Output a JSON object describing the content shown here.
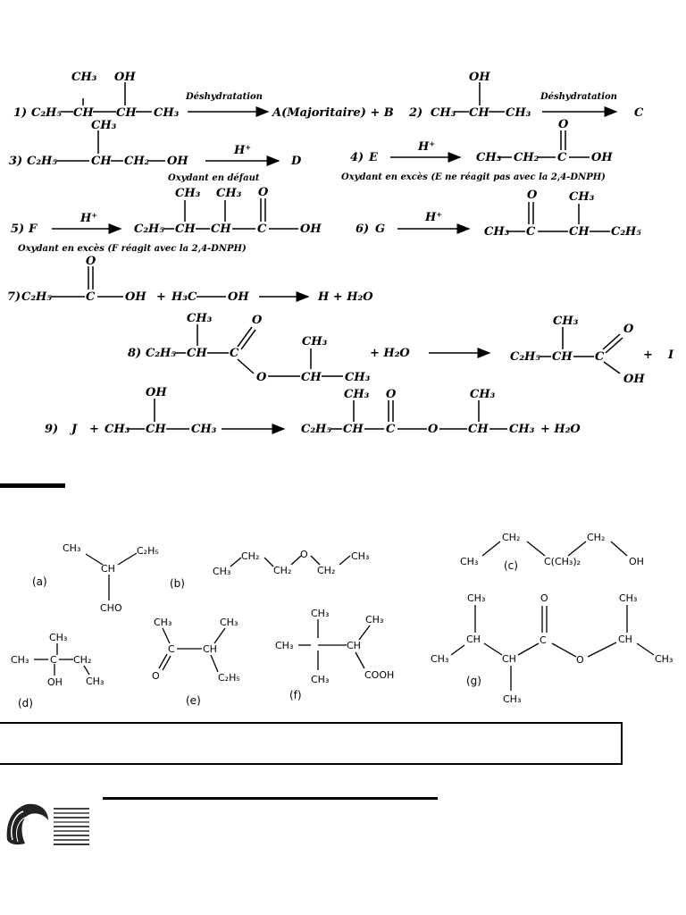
{
  "reactions": {
    "r1": {
      "num": "1)",
      "left": "C₂H₅",
      "branch1": "CH₃",
      "branch2": "OH",
      "ch1": "CH",
      "ch2": "CH",
      "end": "CH₃",
      "label": "Déshydratation",
      "product": "A(Majoritaire) + B"
    },
    "r2": {
      "num": "2)",
      "oh": "OH",
      "left": "CH₃",
      "ch": "CH",
      "end": "CH₃",
      "label": "Déshydratation",
      "product": "C"
    },
    "r3": {
      "num": "3)",
      "left": "C₂H₅",
      "branch": "CH₃",
      "ch": "CH",
      "ch2": "CH₂",
      "oh": "OH",
      "above": "H⁺",
      "below": "Oxydant en défaut",
      "product": "D"
    },
    "r4": {
      "num": "4)",
      "reactant": "E",
      "above": "H⁺",
      "below": "Oxydant en excès (E ne réagit pas avec la 2,4-DNPH)",
      "p1": "CH₃",
      "p2": "CH₂",
      "c": "C",
      "o": "O",
      "oh": "OH"
    },
    "r5": {
      "num": "5)",
      "reactant": "F",
      "above": "H⁺",
      "below": "Oxydant en excès (F réagit avec la 2,4-DNPH)",
      "p1": "C₂H₅",
      "ch1": "CH",
      "ch2": "CH",
      "c": "C",
      "o": "O",
      "oh": "OH",
      "b1": "CH₃",
      "b2": "CH₃"
    },
    "r6": {
      "num": "6)",
      "reactant": "G",
      "above": "H⁺",
      "p1": "CH₃",
      "c": "C",
      "o": "O",
      "ch": "CH",
      "b": "CH₃",
      "end": "C₂H₅"
    },
    "r7": {
      "num": "7)",
      "left": "C₂H₅",
      "c": "C",
      "o": "O",
      "oh": "OH",
      "plus": "+",
      "r2a": "H₃C",
      "r2b": "OH",
      "product": "H + H₂O"
    },
    "r8": {
      "num": "8)",
      "left": "C₂H₅",
      "ch": "CH",
      "b": "CH₃",
      "c": "C",
      "o": "O",
      "o2": "O",
      "ch2": "CH",
      "b2": "CH₃",
      "end": "CH₃",
      "plus": "+ H₂O",
      "p1": "C₂H₅",
      "pch": "CH",
      "pb": "CH₃",
      "pc": "C",
      "po": "O",
      "poh": "OH",
      "plus2": "+",
      "product": "I"
    },
    "r9": {
      "num": "9)",
      "reactant": "J",
      "plus": "+",
      "oh": "OH",
      "a": "CH₃",
      "ch": "CH",
      "b": "CH₃",
      "p1": "C₂H₅",
      "pch": "CH",
      "pb": "CH₃",
      "pc": "C",
      "po": "O",
      "po2": "O",
      "pch2": "CH",
      "pb2": "CH₃",
      "pend": "CH₃",
      "plus2": "+ H₂O"
    }
  },
  "structures": {
    "a": {
      "tag": "(a)",
      "t1": "CH₃",
      "t2": "C₂H₅",
      "t3": "CH",
      "t4": "CHO"
    },
    "b": {
      "tag": "(b)",
      "t1": "CH₃",
      "t2": "CH₂",
      "t3": "CH₂",
      "t4": "O",
      "t5": "CH₂",
      "t6": "CH₃"
    },
    "c": {
      "tag": "(c)",
      "t1": "CH₃",
      "t2": "CH₂",
      "t3": "C(CH₃)₂",
      "t4": "CH₂",
      "t5": "OH"
    },
    "d": {
      "tag": "(d)",
      "t1": "CH₃",
      "t2": "CH₃",
      "t3": "C",
      "t4": "CH₂",
      "t5": "OH",
      "t6": "CH₃"
    },
    "e": {
      "tag": "(e)",
      "t1": "CH₃",
      "t2": "CH₃",
      "t3": "C",
      "t4": "CH",
      "t5": "O",
      "t6": "C₂H₅"
    },
    "f": {
      "tag": "(f)",
      "t1": "CH₃",
      "t2": "CH₃",
      "t3": "CH₃",
      "t4": "C",
      "t5": "CH",
      "t6": "CH₃",
      "t7": "COOH"
    },
    "g": {
      "tag": "(g)",
      "t1": "CH₃",
      "t2": "O",
      "t3": "CH₃",
      "t4": "CH",
      "t5": "C",
      "t6": "CH",
      "t7": "CH₃",
      "t8": "CH",
      "t9": "O",
      "t10": "CH₃",
      "t11": "CH₃"
    }
  }
}
